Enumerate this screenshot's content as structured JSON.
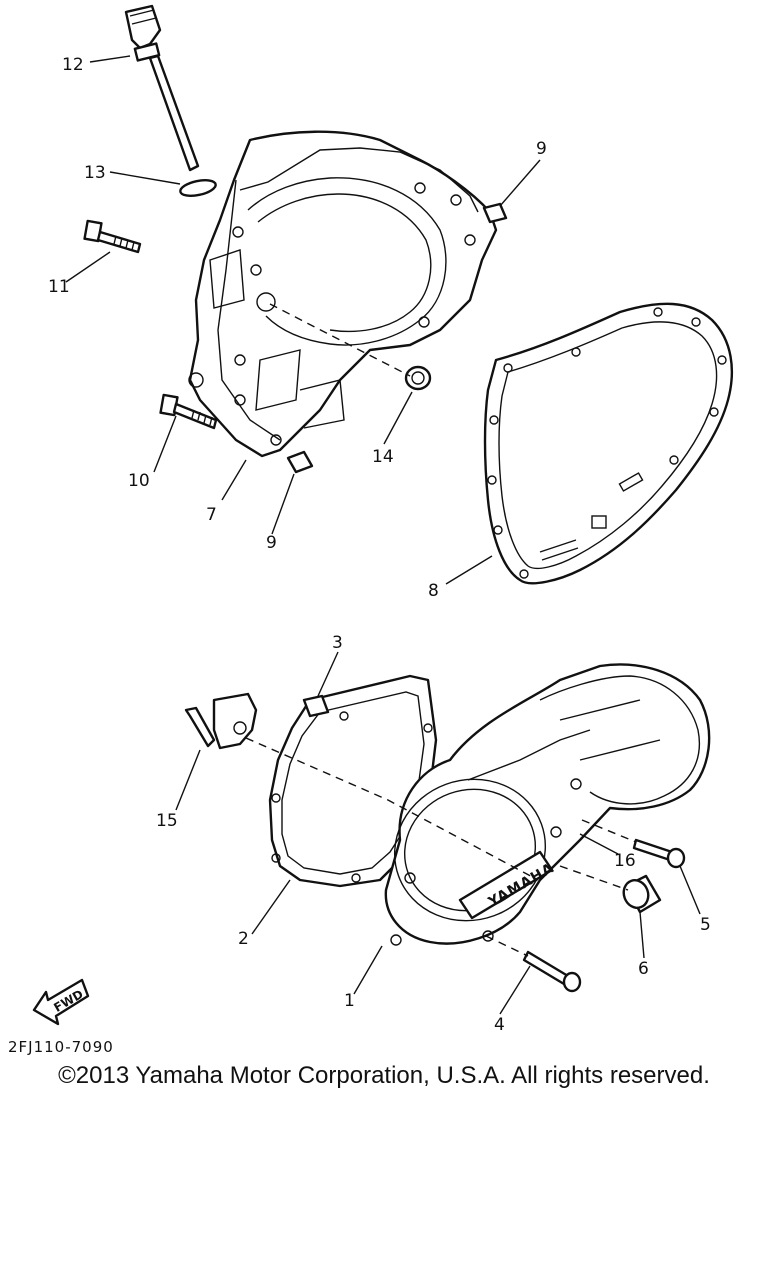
{
  "callouts": {
    "c1": "1",
    "c2": "2",
    "c3": "3",
    "c4": "4",
    "c5": "5",
    "c6": "6",
    "c7": "7",
    "c8": "8",
    "c9a": "9",
    "c9b": "9",
    "c10": "10",
    "c11": "11",
    "c12": "12",
    "c13": "13",
    "c14": "14",
    "c15": "15",
    "c16": "16"
  },
  "logo_text": "YAMAHA",
  "fwd_label": "FWD",
  "diagram_code": "2FJ110-7090",
  "copyright": "©2013 Yamaha Motor Corporation, U.S.A. All rights reserved."
}
